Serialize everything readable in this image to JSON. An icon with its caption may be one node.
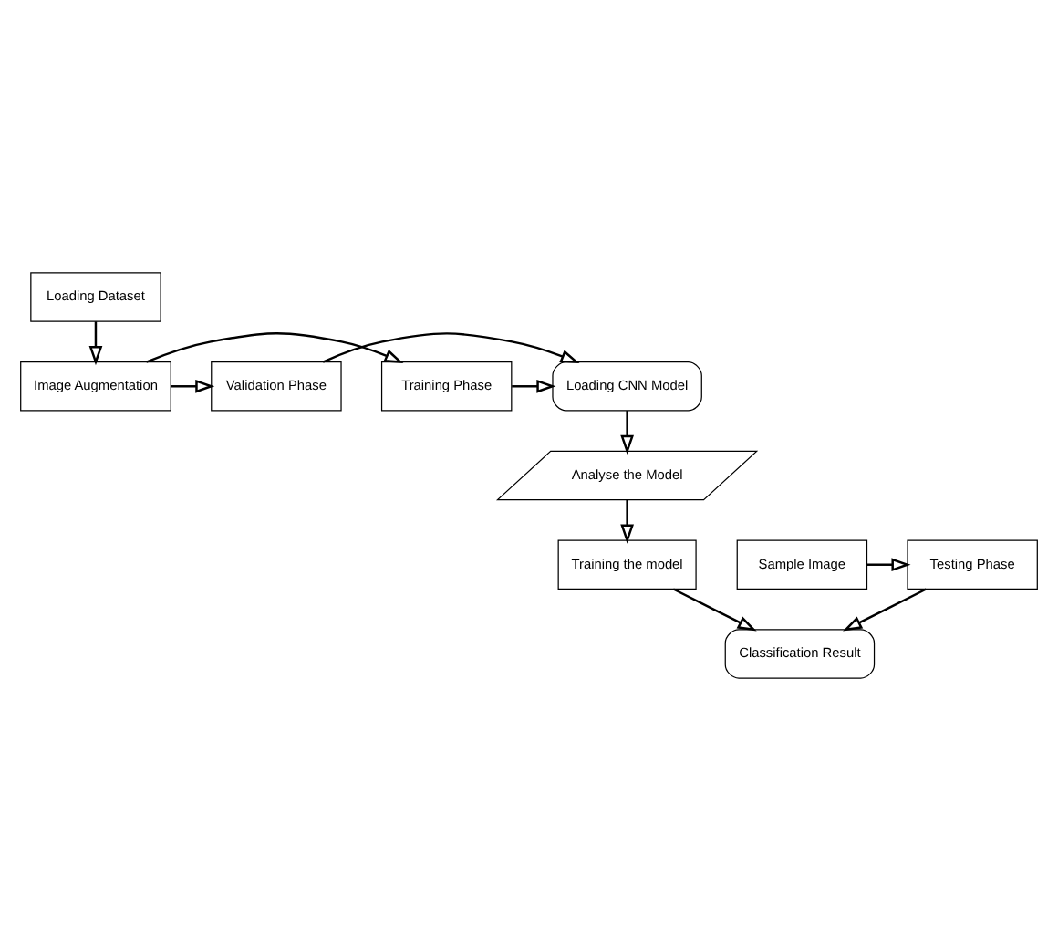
{
  "diagram": {
    "nodes": [
      {
        "text": [
          "Loading Dataset"
        ]
      },
      {
        "text": [
          "Image Augmentation"
        ]
      },
      {
        "text": [
          "Training Phase"
        ]
      },
      {
        "text": [
          "Validation Phase"
        ]
      },
      {
        "text": [
          "Loading CNN Model"
        ]
      },
      {
        "text": [
          "Analyse the Model"
        ]
      },
      {
        "text": [
          "Training the model"
        ]
      },
      {
        "text": [
          "Sample Image"
        ]
      },
      {
        "text": [
          "Testing Phase"
        ]
      },
      {
        "text": [
          "Classification Result"
        ]
      }
    ],
    "edges": [
      {
        "from": 0,
        "to": 1,
        "arrow": "to"
      },
      {
        "from": 1,
        "to": 2,
        "arrow": "to"
      },
      {
        "from": 1,
        "to": 3,
        "arrow": "to"
      },
      {
        "from": 2,
        "to": 4,
        "arrow": "to"
      },
      {
        "from": 3,
        "to": 4,
        "arrow": "to"
      },
      {
        "from": 4,
        "to": 5,
        "arrow": "to"
      },
      {
        "from": 5,
        "to": 6,
        "arrow": "to"
      },
      {
        "from": 7,
        "to": 8,
        "arrow": "to"
      },
      {
        "from": 6,
        "to": 9,
        "arrow": "to"
      },
      {
        "from": 8,
        "to": 9,
        "arrow": "to"
      }
    ]
  }
}
